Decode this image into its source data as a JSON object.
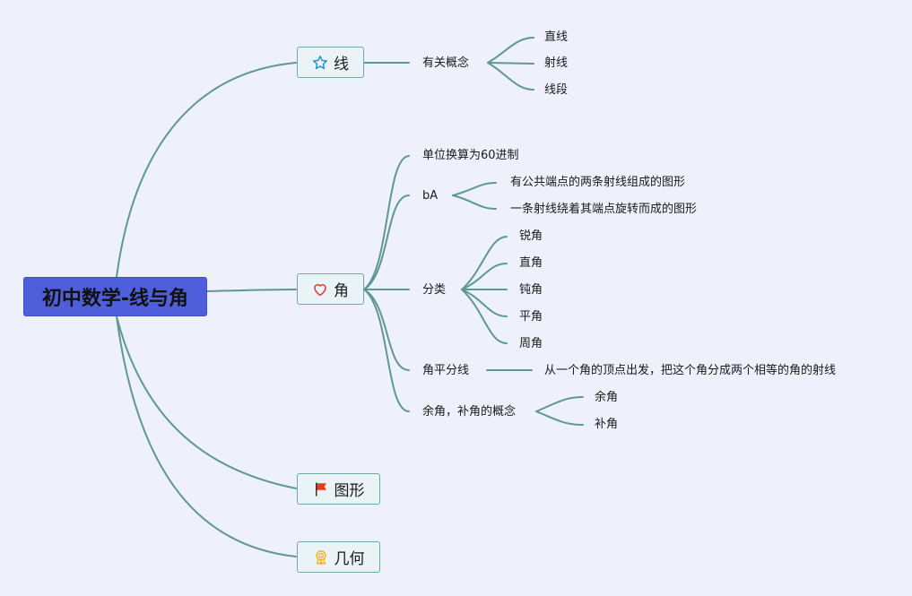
{
  "root": {
    "label": "初中数学-线与角"
  },
  "branches": {
    "line": {
      "label": "线",
      "icon": "star-icon",
      "concept": {
        "label": "有关概念",
        "children": [
          "直线",
          "射线",
          "线段"
        ]
      }
    },
    "angle": {
      "label": "角",
      "icon": "heart-icon",
      "unit": "单位换算为60进制",
      "definition": {
        "label": "bA",
        "children": [
          "有公共端点的两条射线组成的图形",
          "一条射线绕着其端点旋转而成的图形"
        ]
      },
      "classification": {
        "label": "分类",
        "children": [
          "锐角",
          "直角",
          "钝角",
          "平角",
          "周角"
        ]
      },
      "bisector": {
        "label": "角平分线",
        "child": "从一个角的顶点出发，把这个角分成两个相等的角的射线"
      },
      "complement": {
        "label": "余角，补角的概念",
        "children": [
          "余角",
          "补角"
        ]
      }
    },
    "figure": {
      "label": "图形",
      "icon": "flag-icon"
    },
    "geometry": {
      "label": "几何",
      "icon": "award-icon"
    }
  },
  "colors": {
    "background": "#eef0fc",
    "root_fill": "#4f5fdb",
    "branch_fill": "#eaf3f6",
    "connector": "#5f9792",
    "star": "#2a8fd8",
    "heart": "#d83a3a",
    "flag": "#e53b1f",
    "award": "#f0b52a"
  }
}
